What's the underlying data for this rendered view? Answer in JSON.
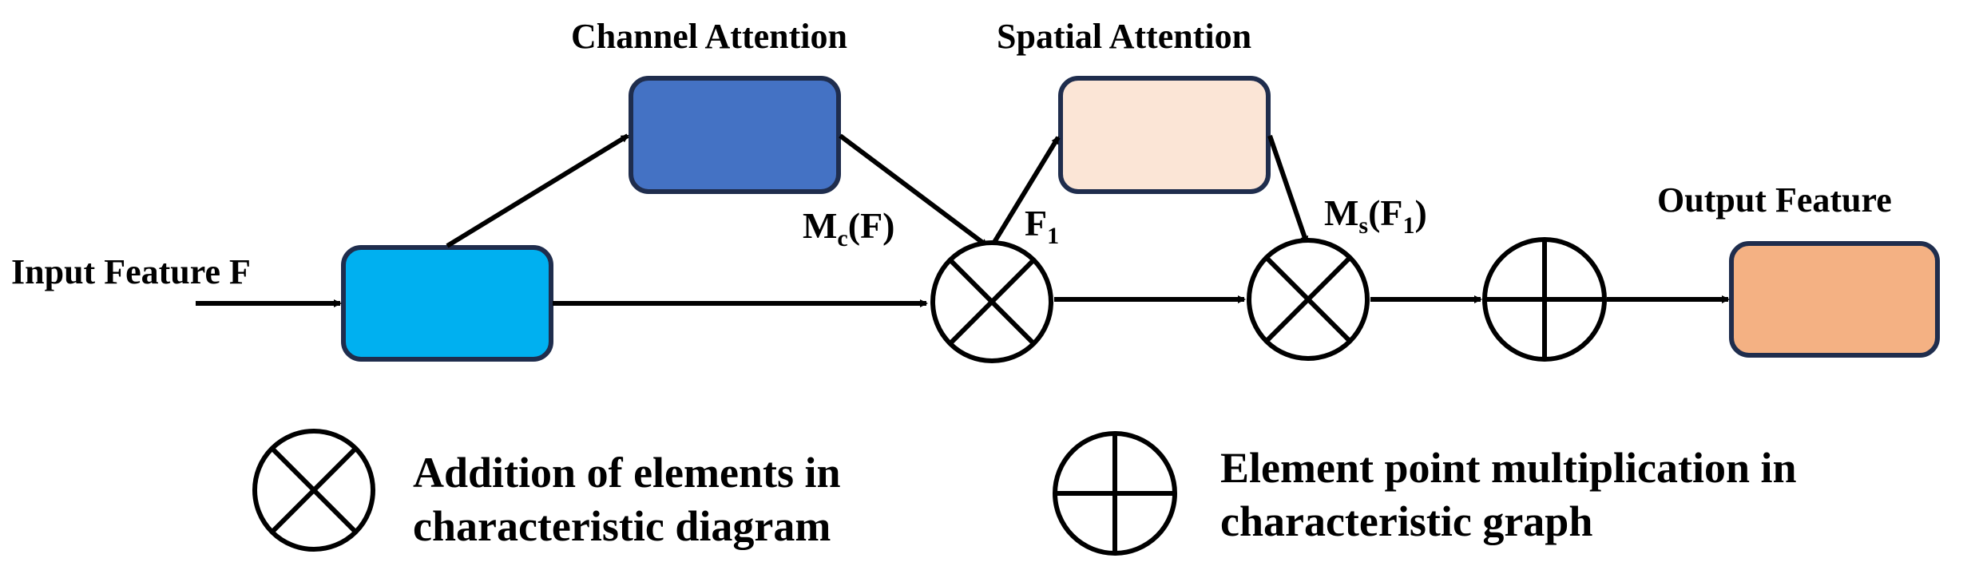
{
  "labels": {
    "input": "Input Feature F",
    "channel_attention": "Channel Attention",
    "spatial_attention": "Spatial Attention",
    "output": "Output Feature"
  },
  "symbols": {
    "mc_main": "M",
    "mc_sub": "c",
    "mc_arg": "(F)",
    "f1_main": "F",
    "f1_sub": "1",
    "ms_main": "M",
    "ms_sub": "s",
    "ms_arg_open": "(F",
    "ms_arg_sub": "1",
    "ms_arg_close": ")"
  },
  "legend": {
    "otimes_line1": "Addition of elements in",
    "otimes_line2": "characteristic diagram",
    "oplus_line1": "Element point multiplication in",
    "oplus_line2": "characteristic graph"
  },
  "colors": {
    "input_box": "#00b0f0",
    "channel_box": "#4472c4",
    "spatial_box": "#fbe5d6",
    "output_box": "#f4b183",
    "box_border": "#1f2d4d"
  }
}
